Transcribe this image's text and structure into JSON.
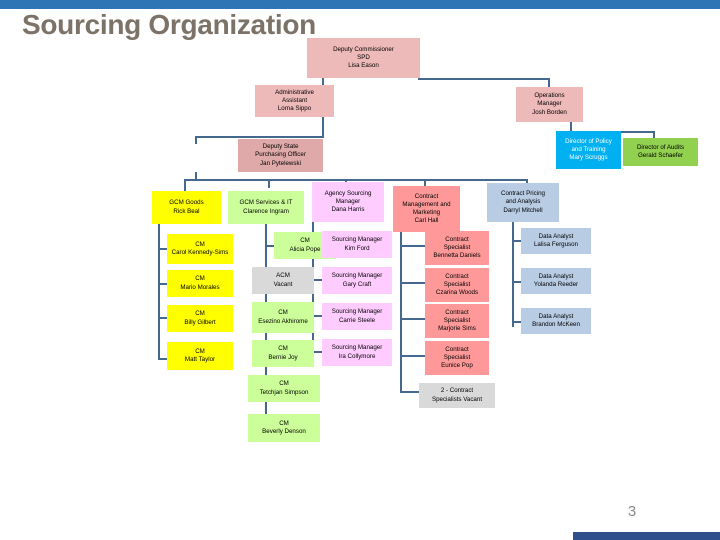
{
  "slide": {
    "title": "Sourcing Organization",
    "page_number": "3",
    "accent_top_color": "#2E75B6",
    "accent_bottom_color": "#2E4E8C",
    "title_color": "#7C7268",
    "connector_color": "#44688E"
  },
  "org_chart": {
    "type": "org-chart",
    "nodes": [
      {
        "id": "deputy-commissioner",
        "title": "Deputy Commissioner",
        "subtitle": "SPD",
        "name": "Lisa Eason",
        "color": "#EDB9B9"
      },
      {
        "id": "administrative-assistant",
        "title": "Administrative",
        "subtitle": "Assistant",
        "name": "Lorna Sippo",
        "color": "#EDB9B9"
      },
      {
        "id": "operations-manager",
        "title": "Operations",
        "subtitle": "Manager",
        "name": "Josh Borden",
        "color": "#EDB9B9"
      },
      {
        "id": "director-policy-training",
        "title": "Director of Policy",
        "subtitle": "and Training",
        "name": "Mary Scruggs",
        "color": "#00B0F0"
      },
      {
        "id": "director-audits",
        "title": "Director of Audits",
        "subtitle": "",
        "name": "Gerald Schaefer",
        "color": "#92D050"
      },
      {
        "id": "deputy-state-purchasing-officer",
        "title": "Deputy State",
        "subtitle": "Purchasing Officer",
        "name": "Jan Pytelewski",
        "color": "#E0A9A9"
      },
      {
        "id": "gcm-goods",
        "title": "GCM Goods",
        "subtitle": "",
        "name": "Rick Beal",
        "color": "#FFFF00"
      },
      {
        "id": "gcm-goods-cm-1",
        "title": "CM",
        "subtitle": "",
        "name": "Carol Kennedy-Sims",
        "color": "#FFFF00"
      },
      {
        "id": "gcm-goods-cm-2",
        "title": "CM",
        "subtitle": "",
        "name": "Mario Morales",
        "color": "#FFFF00"
      },
      {
        "id": "gcm-goods-cm-3",
        "title": "CM",
        "subtitle": "",
        "name": "Billy Gilbert",
        "color": "#FFFF00"
      },
      {
        "id": "gcm-goods-cm-4",
        "title": "CM",
        "subtitle": "",
        "name": "Matt Taylor",
        "color": "#FFFF00"
      },
      {
        "id": "gcm-services-it",
        "title": "GCM Services & IT",
        "subtitle": "",
        "name": "Clarence Ingram",
        "color": "#CCFF99"
      },
      {
        "id": "gcm-services-cm-1",
        "title": "CM",
        "subtitle": "",
        "name": "Alicia Pope",
        "color": "#CCFF99"
      },
      {
        "id": "gcm-services-acm-vacant",
        "title": "ACM",
        "subtitle": "",
        "name": "Vacant",
        "color": "#D9D9D9"
      },
      {
        "id": "gcm-services-cm-2",
        "title": "CM",
        "subtitle": "",
        "name": "Esezino Akhirome",
        "color": "#CCFF99"
      },
      {
        "id": "gcm-services-cm-3",
        "title": "CM",
        "subtitle": "",
        "name": "Bernie Joy",
        "color": "#CCFF99"
      },
      {
        "id": "gcm-services-cm-4",
        "title": "CM",
        "subtitle": "",
        "name": "Tetchjan Simpson",
        "color": "#CCFF99"
      },
      {
        "id": "gcm-services-cm-5",
        "title": "CM",
        "subtitle": "",
        "name": "Beverly Denson",
        "color": "#CCFF99"
      },
      {
        "id": "agency-sourcing-manager",
        "title": "Agency Sourcing",
        "subtitle": "Manager",
        "name": "Dana Harris",
        "color": "#FFCCFF"
      },
      {
        "id": "sourcing-manager-1",
        "title": "Sourcing Manager",
        "subtitle": "",
        "name": "Kim Ford",
        "color": "#FFCCFF"
      },
      {
        "id": "sourcing-manager-2",
        "title": "Sourcing Manager",
        "subtitle": "",
        "name": "Gary Craft",
        "color": "#FFCCFF"
      },
      {
        "id": "sourcing-manager-3",
        "title": "Sourcing Manager",
        "subtitle": "",
        "name": "Carrie Steele",
        "color": "#FFCCFF"
      },
      {
        "id": "sourcing-manager-4",
        "title": "Sourcing Manager",
        "subtitle": "",
        "name": "Ira Collymore",
        "color": "#FFCCFF"
      },
      {
        "id": "contract-management-marketing",
        "title": "Contract",
        "subtitle": "Management and Marketing",
        "name": "Carl Hall",
        "color": "#FF9999"
      },
      {
        "id": "contract-specialist-1",
        "title": "Contract",
        "subtitle": "Specialist",
        "name": "Bennetta Daniels",
        "color": "#FF9999"
      },
      {
        "id": "contract-specialist-2",
        "title": "Contract",
        "subtitle": "Specialist",
        "name": "Czarina Woods",
        "color": "#FF9999"
      },
      {
        "id": "contract-specialist-3",
        "title": "Contract",
        "subtitle": "Specialist",
        "name": "Marjorie Sims",
        "color": "#FF9999"
      },
      {
        "id": "contract-specialist-4",
        "title": "Contract",
        "subtitle": "Specialist",
        "name": "Eunice Pop",
        "color": "#FF9999"
      },
      {
        "id": "contract-specialists-vacant",
        "title": "2 - Contract",
        "subtitle": "Specialists Vacant",
        "name": "",
        "color": "#D9D9D9"
      },
      {
        "id": "contract-pricing-analysis",
        "title": "Contract Pricing",
        "subtitle": "and Analysis",
        "name": "Darryl Mitchell",
        "color": "#B8CCE4"
      },
      {
        "id": "data-analyst-1",
        "title": "Data Analyst",
        "subtitle": "",
        "name": "Lalisa Ferguson",
        "color": "#B8CCE4"
      },
      {
        "id": "data-analyst-2",
        "title": "Data Analyst",
        "subtitle": "",
        "name": "Yolanda Reeder",
        "color": "#B8CCE4"
      },
      {
        "id": "data-analyst-3",
        "title": "Data Analyst",
        "subtitle": "",
        "name": "Brandon McKeen",
        "color": "#B8CCE4"
      }
    ]
  }
}
